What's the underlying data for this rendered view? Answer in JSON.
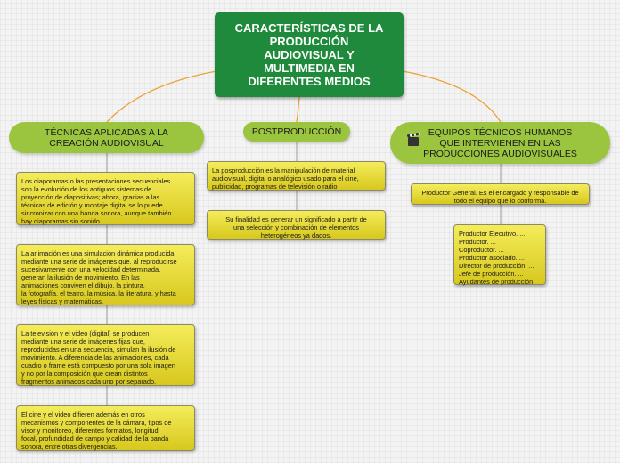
{
  "root": {
    "title": "CARACTERÍSTICAS DE LA\nPRODUCCIÓN\nAUDIOVISUAL Y\nMULTIMEDIA EN\nDIFERENTES MEDIOS"
  },
  "branches": [
    {
      "label": "TÉCNICAS APLICADAS A LA\nCREACIÓN AUDIOVISUAL",
      "items": [
        "Los diaporamas o las presentaciones secuenciales\nson la evolución de los antiguos sistemas de\nproyección de diapositivas; ahora, gracias a las\ntécnicas de edición y montaje digital se lo puede\nsincronizar con una banda sonora, aunque también\nhay diaporamas sin sonido",
        "La animación es una simulación dinámica producida\nmediante una serie de imágenes que, al reproducirse\nsucesivamente con una velocidad determinada,\ngeneran la ilusión de movimiento. En las\nanimaciones conviven el dibujo, la pintura,\nla fotografía, el teatro, la música, la literatura, y hasta\nleyes físicas y matemáticas.",
        "La televisión y el video (digital) se producen\nmediante una serie de imágenes fijas que,\nreproducidas en una secuencia, simulan la ilusión de\nmovimiento. A diferencia de las animaciones, cada\ncuadro o frame está compuesto por una sola imagen\ny no por la composición que crean distintos\nfragmentos animados cada uno por separado.",
        "El cine y el video difieren además en otros\nmecanismos y componentes de la cámara, tipos de\nvisor y monitoreo, diferentes formatos, longitud\nfocal, profundidad de campo y calidad de la banda\nsonora, entre otras divergencias."
      ]
    },
    {
      "label": "POSTPRODUCCIÓN",
      "items": [
        "La posproducción es la manipulación de material\naudiovisual, digital o analógico usado para el cine,\npublicidad, programas de televisión o radio",
        "Su finalidad es generar un  significado a partir de\nuna selección y combinación de elementos\nheterogéneos ya dados."
      ]
    },
    {
      "label": "EQUIPOS TÉCNICOS HUMANOS\nQUE INTERVIENEN EN LAS\nPRODUCCIONES AUDIOVISUALES",
      "icon": "clapperboard-icon",
      "items": [
        "Productor General. Es el encargado y responsable de\ntodo el equipo que lo conforma.",
        "Productor Ejecutivo. ...\nProductor. ...\nCoproductor. ...\nProductor asociado. ...\nDirector de producción. ...\nJefe de producción. ...\nAyudantes de producción"
      ]
    }
  ],
  "colors": {
    "root": "#1f8a3b",
    "branch": "#9bc43f",
    "leaf": "#e8dc35",
    "connector": "#f0a030",
    "line": "#999999"
  }
}
